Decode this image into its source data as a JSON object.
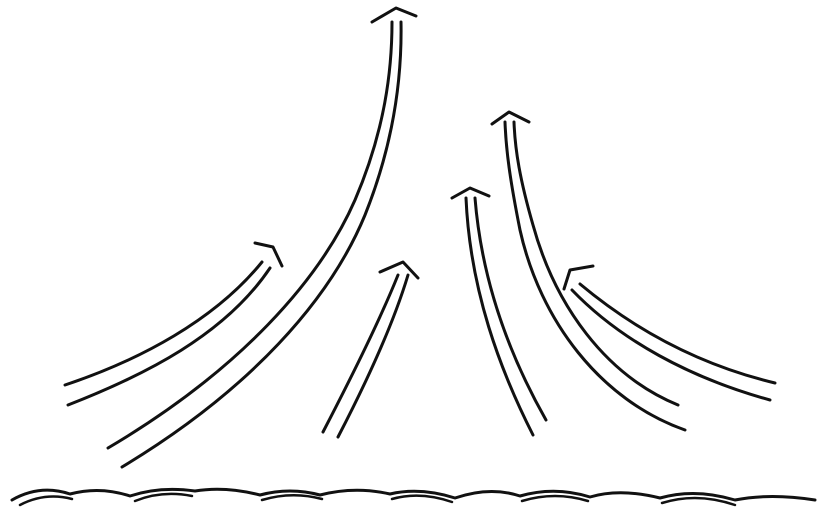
{
  "illustration": {
    "subject": "upward-arrows-from-waves",
    "ink_color": "#111111",
    "background_color": "#ffffff",
    "arrow_count": 6,
    "wave_count": 1
  }
}
